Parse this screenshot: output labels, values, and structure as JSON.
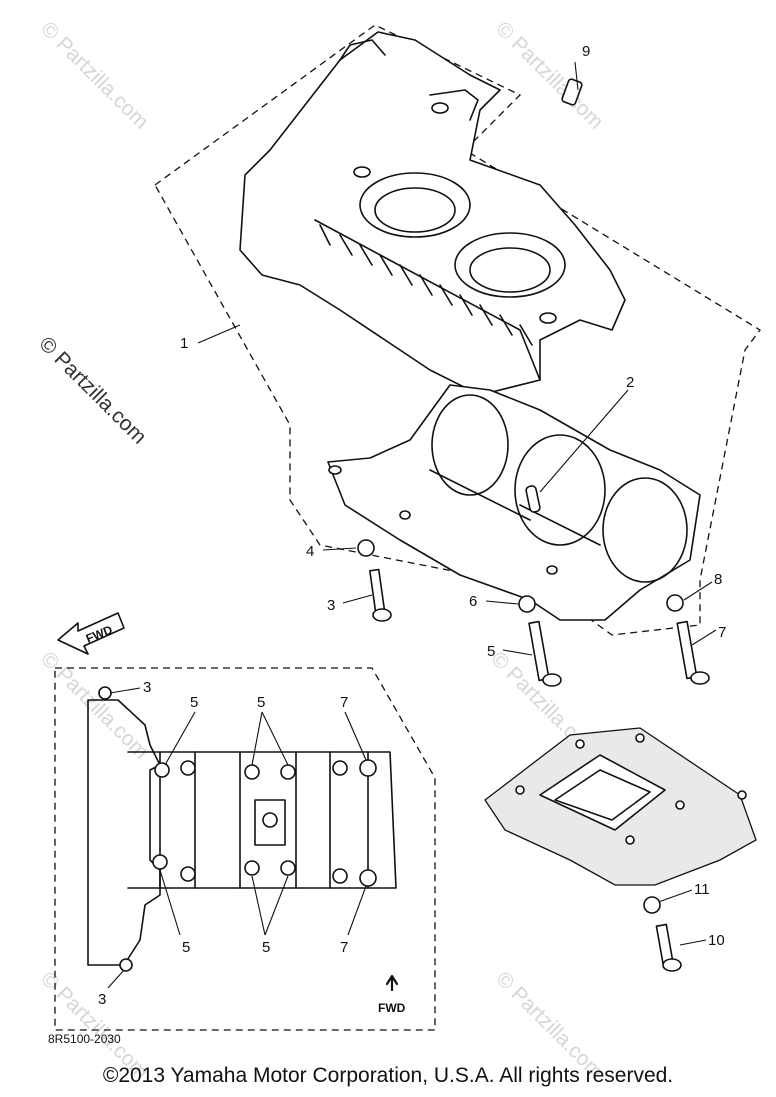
{
  "watermark": "© Partzilla.com",
  "callouts": [
    "1",
    "2",
    "3",
    "4",
    "5",
    "6",
    "7",
    "8",
    "9",
    "10",
    "11"
  ],
  "fwd_label": "FWD",
  "part_code": "8R5100-2030",
  "copyright": "©2013 Yamaha Motor Corporation, U.S.A. All rights reserved."
}
